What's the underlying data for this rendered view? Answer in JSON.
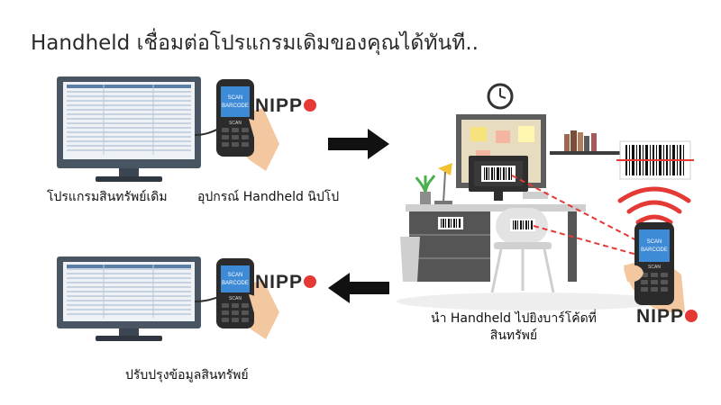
{
  "title": "Handheld เชื่อมต่อโปรแกรมเดิมของคุณได้ทันที..",
  "captions": {
    "legacy_program": "โปรแกรมสินทรัพย์เดิม",
    "handheld_device": "อุปกรณ์ Handheld นิปโป",
    "scan_line1": "นำ Handheld ไปยิงบาร์โค้ดที่",
    "scan_line2": "สินทรัพย์",
    "update": "ปรับปรุงข้อมูลสินทรัพย์"
  },
  "brand": {
    "letters": "NIPP",
    "accent": "#e53935"
  },
  "device_screen": {
    "line1": "SCAN",
    "line2": "BARCODE",
    "key": "SCAN"
  },
  "colors": {
    "arrow": "#111111",
    "monitor_frame": "#4a5563",
    "laser": "#e53935",
    "screen_blue": "#1e73be"
  }
}
